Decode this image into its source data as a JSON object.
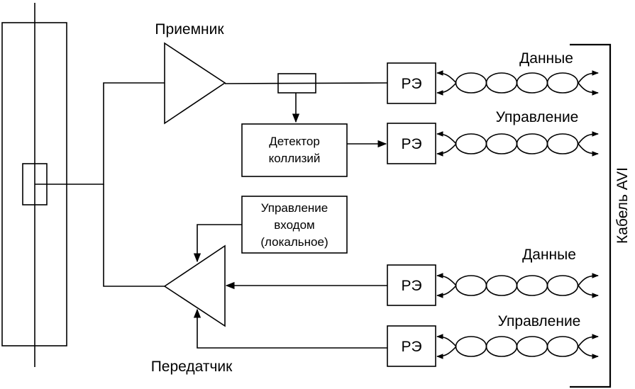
{
  "diagram": {
    "receiver_label": "Приемник",
    "transmitter_label": "Передатчик",
    "collision_detector": [
      "Детектор",
      "коллизий"
    ],
    "input_control": [
      "Управление",
      "входом",
      "(локальное)"
    ],
    "re_label": "РЭ",
    "cable_label": "Кабель AVI",
    "pairs": [
      {
        "label": "Данные"
      },
      {
        "label": "Управление"
      },
      {
        "label": "Данные"
      },
      {
        "label": "Управление"
      }
    ],
    "colors": {
      "stroke": "#000000",
      "background": "#ffffff"
    }
  }
}
